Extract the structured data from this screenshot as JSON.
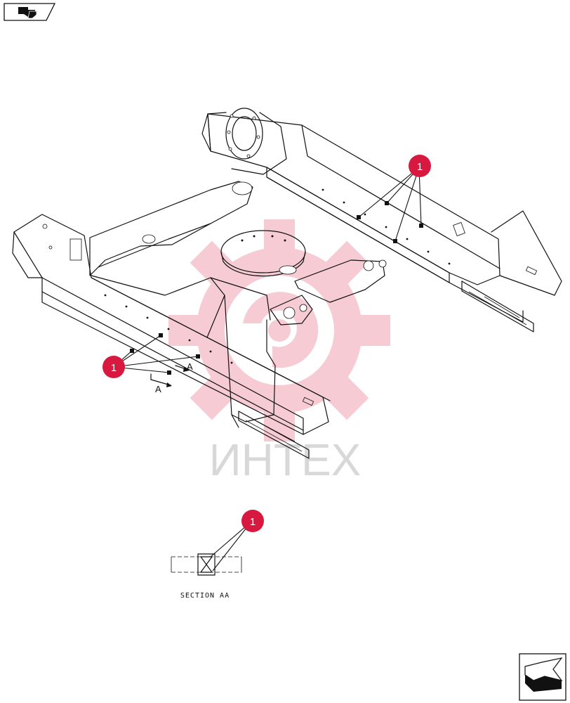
{
  "callouts": [
    {
      "label": "1"
    },
    {
      "label": "1"
    },
    {
      "label": "1"
    }
  ],
  "section_markers": {
    "left": "A",
    "right": "A"
  },
  "section_caption": "SECTION AA",
  "watermark": {
    "text": "ИНТЕХ",
    "color": "#d7193f"
  },
  "navigation": {
    "top_left": "back-page-icon",
    "bottom_right": "next-page-icon"
  }
}
